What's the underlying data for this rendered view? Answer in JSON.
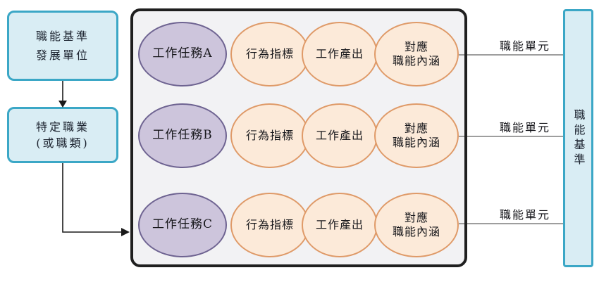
{
  "left_flow": {
    "dev_unit_box": {
      "line1": "職能基準",
      "line2": "發展單位"
    },
    "occupation_box": {
      "line1": "特定職業",
      "line2": "(或職類)"
    }
  },
  "main_panel": {
    "rows": [
      {
        "task": "工作任務A",
        "indicator": "行為指標",
        "output": "工作產出",
        "mapping_line1": "對應",
        "mapping_line2": "職能內涵",
        "unit_label": "職能單元"
      },
      {
        "task": "工作任務B",
        "indicator": "行為指標",
        "output": "工作產出",
        "mapping_line1": "對應",
        "mapping_line2": "職能內涵",
        "unit_label": "職能單元"
      },
      {
        "task": "工作任務C",
        "indicator": "行為指標",
        "output": "工作產出",
        "mapping_line1": "對應",
        "mapping_line2": "職能內涵",
        "unit_label": "職能單元"
      }
    ]
  },
  "right_bar": {
    "text": "職能基準"
  },
  "colors": {
    "cyan_fill": "#d9edf4",
    "cyan_border": "#3ba7c6",
    "panel_fill": "#f2f2f4",
    "panel_border": "#1f1f1f",
    "task_fill": "#cdc5dc",
    "task_border": "#6e6391",
    "process_fill": "#fcead9",
    "process_border": "#df9a68",
    "connector_gray": "#7f7f7f",
    "arrow_black": "#1a1a1a"
  }
}
